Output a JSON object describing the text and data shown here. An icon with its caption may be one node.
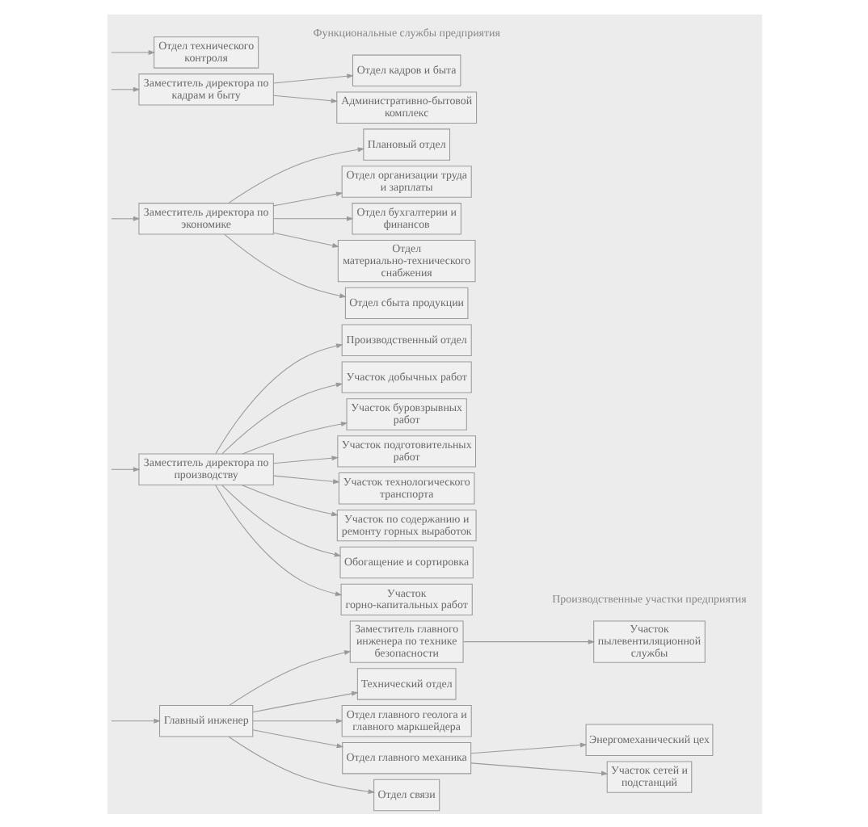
{
  "diagram": {
    "nodes": [
      {
        "text": [
          "Главный инженер"
        ]
      },
      {
        "text": [
          "Заместитель директора по производству"
        ]
      },
      {
        "text": [
          "Заместитель директора по экономике"
        ]
      },
      {
        "text": [
          "Заместитель директора по кадрам и быту"
        ]
      },
      {
        "text": [
          "Заместитель главного инженера по технике безопасности"
        ]
      },
      {
        "text": [
          "Технический отдел"
        ]
      },
      {
        "text": [
          "Отдел главного геолога и главного маркшейдера"
        ]
      },
      {
        "text": [
          "Отдел главного механика"
        ]
      },
      {
        "text": [
          "Отдел связи"
        ]
      },
      {
        "text": [
          "Отдел технического контроля"
        ]
      },
      {
        "text": [
          "Производственный отдел"
        ]
      },
      {
        "text": [
          "Плановый отдел"
        ]
      },
      {
        "text": [
          "Отдел организации труда и зарплаты"
        ]
      },
      {
        "text": [
          "Отдел бухгалтерии и финансов"
        ]
      },
      {
        "text": [
          "Отдел материально-технического снабжения"
        ]
      },
      {
        "text": [
          "Отдел сбыта продукции"
        ]
      },
      {
        "text": [
          "Отдел кадров и быта"
        ]
      },
      {
        "text": [
          "Административно-бытовой комплекс"
        ]
      },
      {
        "text": [
          "Участок пылевентиляционной службы"
        ]
      },
      {
        "text": [
          "Энергомеханический цех"
        ]
      },
      {
        "text": [
          "Участок сетей и подстанций"
        ]
      },
      {
        "text": [
          "Участок добычных работ"
        ]
      },
      {
        "text": [
          "Участок буровзрывных работ"
        ]
      },
      {
        "text": [
          "Участок подготовительных работ"
        ]
      },
      {
        "text": [
          "Участок технологического транспорта"
        ]
      },
      {
        "text": [
          "Участок по содержанию и ремонту горных выработок"
        ]
      },
      {
        "text": [
          "Обогащение и сортировка"
        ]
      },
      {
        "text": [
          "Участок горно-капитальных работ"
        ]
      }
    ],
    "edges": [
      {
        "from": null,
        "to": 0,
        "arrow": "to"
      },
      {
        "from": null,
        "to": 1,
        "arrow": "to"
      },
      {
        "from": null,
        "to": 2,
        "arrow": "to"
      },
      {
        "from": null,
        "to": 3,
        "arrow": "to"
      },
      {
        "from": null,
        "to": 9,
        "arrow": "to"
      },
      {
        "from": 0,
        "to": 4,
        "arrow": "to"
      },
      {
        "from": 0,
        "to": 5,
        "arrow": "to"
      },
      {
        "from": 0,
        "to": 6,
        "arrow": "to"
      },
      {
        "from": 0,
        "to": 7,
        "arrow": "to"
      },
      {
        "from": 0,
        "to": 8,
        "arrow": "to"
      },
      {
        "from": 1,
        "to": 10,
        "arrow": "to"
      },
      {
        "from": 2,
        "to": 11,
        "arrow": "to"
      },
      {
        "from": 2,
        "to": 12,
        "arrow": "to"
      },
      {
        "from": 2,
        "to": 13,
        "arrow": "to"
      },
      {
        "from": 2,
        "to": 14,
        "arrow": "to"
      },
      {
        "from": 2,
        "to": 15,
        "arrow": "to"
      },
      {
        "from": 3,
        "to": 16,
        "arrow": "to"
      },
      {
        "from": 3,
        "to": 17,
        "arrow": "to"
      },
      {
        "from": 4,
        "to": 18,
        "arrow": "to"
      },
      {
        "from": 7,
        "to": 19,
        "arrow": "to"
      },
      {
        "from": 7,
        "to": 20,
        "arrow": "to"
      },
      {
        "from": 1,
        "to": 21,
        "arrow": "to"
      },
      {
        "from": 1,
        "to": 22,
        "arrow": "to"
      },
      {
        "from": 1,
        "to": 23,
        "arrow": "to"
      },
      {
        "from": 1,
        "to": 24,
        "arrow": "to"
      },
      {
        "from": 1,
        "to": 25,
        "arrow": "to"
      },
      {
        "from": 1,
        "to": 26,
        "arrow": "to"
      },
      {
        "from": 1,
        "to": 27,
        "arrow": "to"
      }
    ],
    "labels": [
      "Функциональные службы предприятия",
      "Производственные участки предприятия"
    ]
  }
}
